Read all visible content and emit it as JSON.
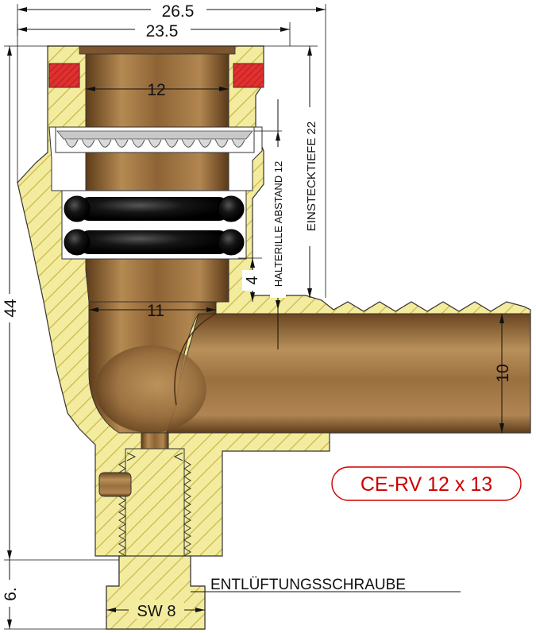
{
  "dimensions": {
    "overall_width": "26.5",
    "inner_width": "23.5",
    "bore_diameter": "12",
    "lower_bore_diameter": "11",
    "outlet_diameter": "10",
    "total_height": "44",
    "insert_depth": "EINSTECKTIEFE 22",
    "retaining_distance": "HALTERILLE ABSTAND 12",
    "groove_offset": "4",
    "screw_height": "6.",
    "wrench_size": "SW 8"
  },
  "labels": {
    "product_code": "CE-RV 12 x 13",
    "vent_screw": "ENTLÜFTUNGSSCHRAUBE"
  },
  "colors": {
    "brass_body": "#f3ec9e",
    "brass_hatch": "#c9b54a",
    "bronze_insert": "#9a7040",
    "seal_red": "#e03030",
    "o_ring": "#101010",
    "code_text": "#cc0000"
  }
}
